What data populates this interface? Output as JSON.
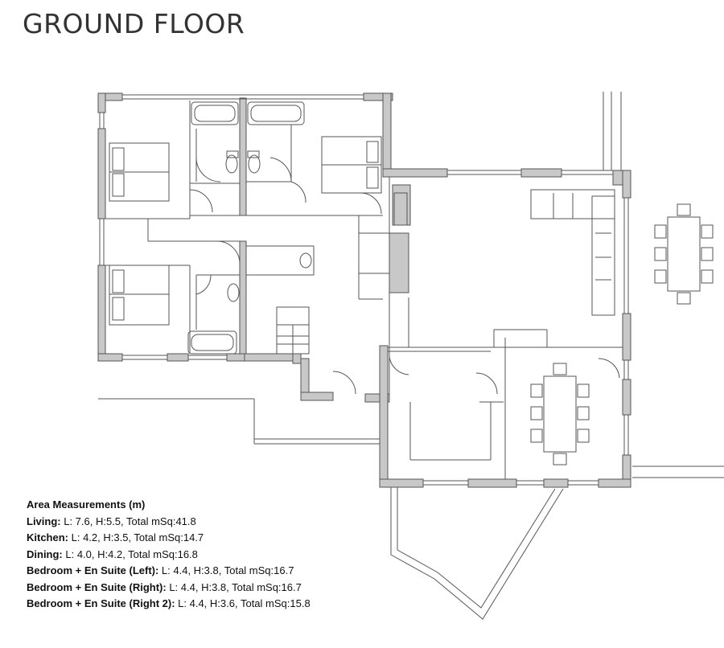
{
  "title": "GROUND FLOOR",
  "legend": {
    "heading": "Area Measurements (m)",
    "rows": [
      {
        "room": "Living:",
        "dims": " L: 7.6, H:5.5, Total mSq:41.8"
      },
      {
        "room": "Kitchen:",
        "dims": " L: 4.2, H:3.5, Total mSq:14.7"
      },
      {
        "room": "Dining:",
        "dims": " L: 4.0, H:4.2, Total mSq:16.8"
      },
      {
        "room": "Bedroom + En Suite (Left):",
        "dims": " L: 4.4, H:3.8, Total mSq:16.7"
      },
      {
        "room": "Bedroom + En Suite (Right):",
        "dims": " L: 4.4, H:3.8, Total mSq:16.7"
      },
      {
        "room": "Bedroom + En Suite (Right 2):",
        "dims": " L: 4.4, H:3.6, Total mSq:15.8"
      }
    ]
  },
  "colors": {
    "wall_fill": "#c8c8c8",
    "line": "#555555",
    "text": "#111111",
    "title": "#333333"
  }
}
